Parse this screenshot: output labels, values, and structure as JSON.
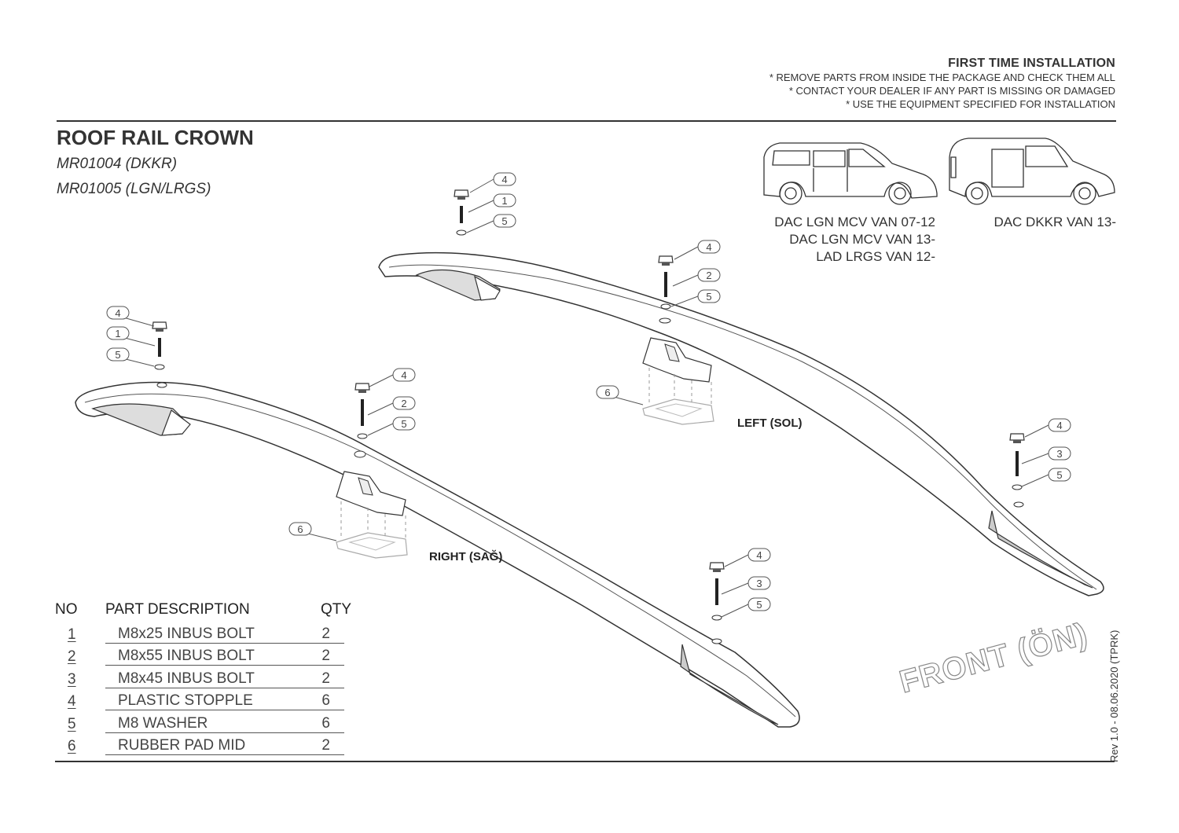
{
  "installation": {
    "title": "FIRST TIME INSTALLATION",
    "lines": [
      "* REMOVE PARTS FROM INSIDE THE PACKAGE AND CHECK THEM ALL",
      "* CONTACT YOUR DEALER IF ANY PART IS MISSING OR DAMAGED",
      "* USE THE EQUIPMENT SPECIFIED FOR INSTALLATION"
    ]
  },
  "product": {
    "title": "ROOF RAIL CROWN",
    "models": [
      "MR01004 (DKKR)",
      "MR01005 (LGN/LRGS)"
    ]
  },
  "vehicles": {
    "group_a": [
      "DAC LGN MCV VAN 07-12",
      "DAC LGN MCV VAN 13-",
      "LAD LRGS VAN 12-"
    ],
    "group_b": "DAC DKKR VAN 13-"
  },
  "labels": {
    "left": "LEFT (SOL)",
    "right": "RIGHT (SAĞ)",
    "front": "FRONT (ÖN)",
    "revision": "Rev 1.0 - 08.06.2020 (TPRK)"
  },
  "callouts": [
    "4",
    "1",
    "5",
    "4",
    "2",
    "5",
    "4",
    "1",
    "5",
    "4",
    "2",
    "5",
    "6",
    "4",
    "3",
    "5",
    "6",
    "4",
    "3",
    "5"
  ],
  "parts_table": {
    "headers": {
      "no": "NO",
      "description": "PART DESCRIPTION",
      "qty": "QTY"
    },
    "rows": [
      {
        "no": "1",
        "description": "M8x25 INBUS BOLT",
        "qty": "2"
      },
      {
        "no": "2",
        "description": "M8x55 INBUS BOLT",
        "qty": "2"
      },
      {
        "no": "3",
        "description": "M8x45 INBUS BOLT",
        "qty": "2"
      },
      {
        "no": "4",
        "description": "PLASTIC STOPPLE",
        "qty": "6"
      },
      {
        "no": "5",
        "description": "M8 WASHER",
        "qty": "6"
      },
      {
        "no": "6",
        "description": "RUBBER PAD MID",
        "qty": "2"
      }
    ]
  }
}
